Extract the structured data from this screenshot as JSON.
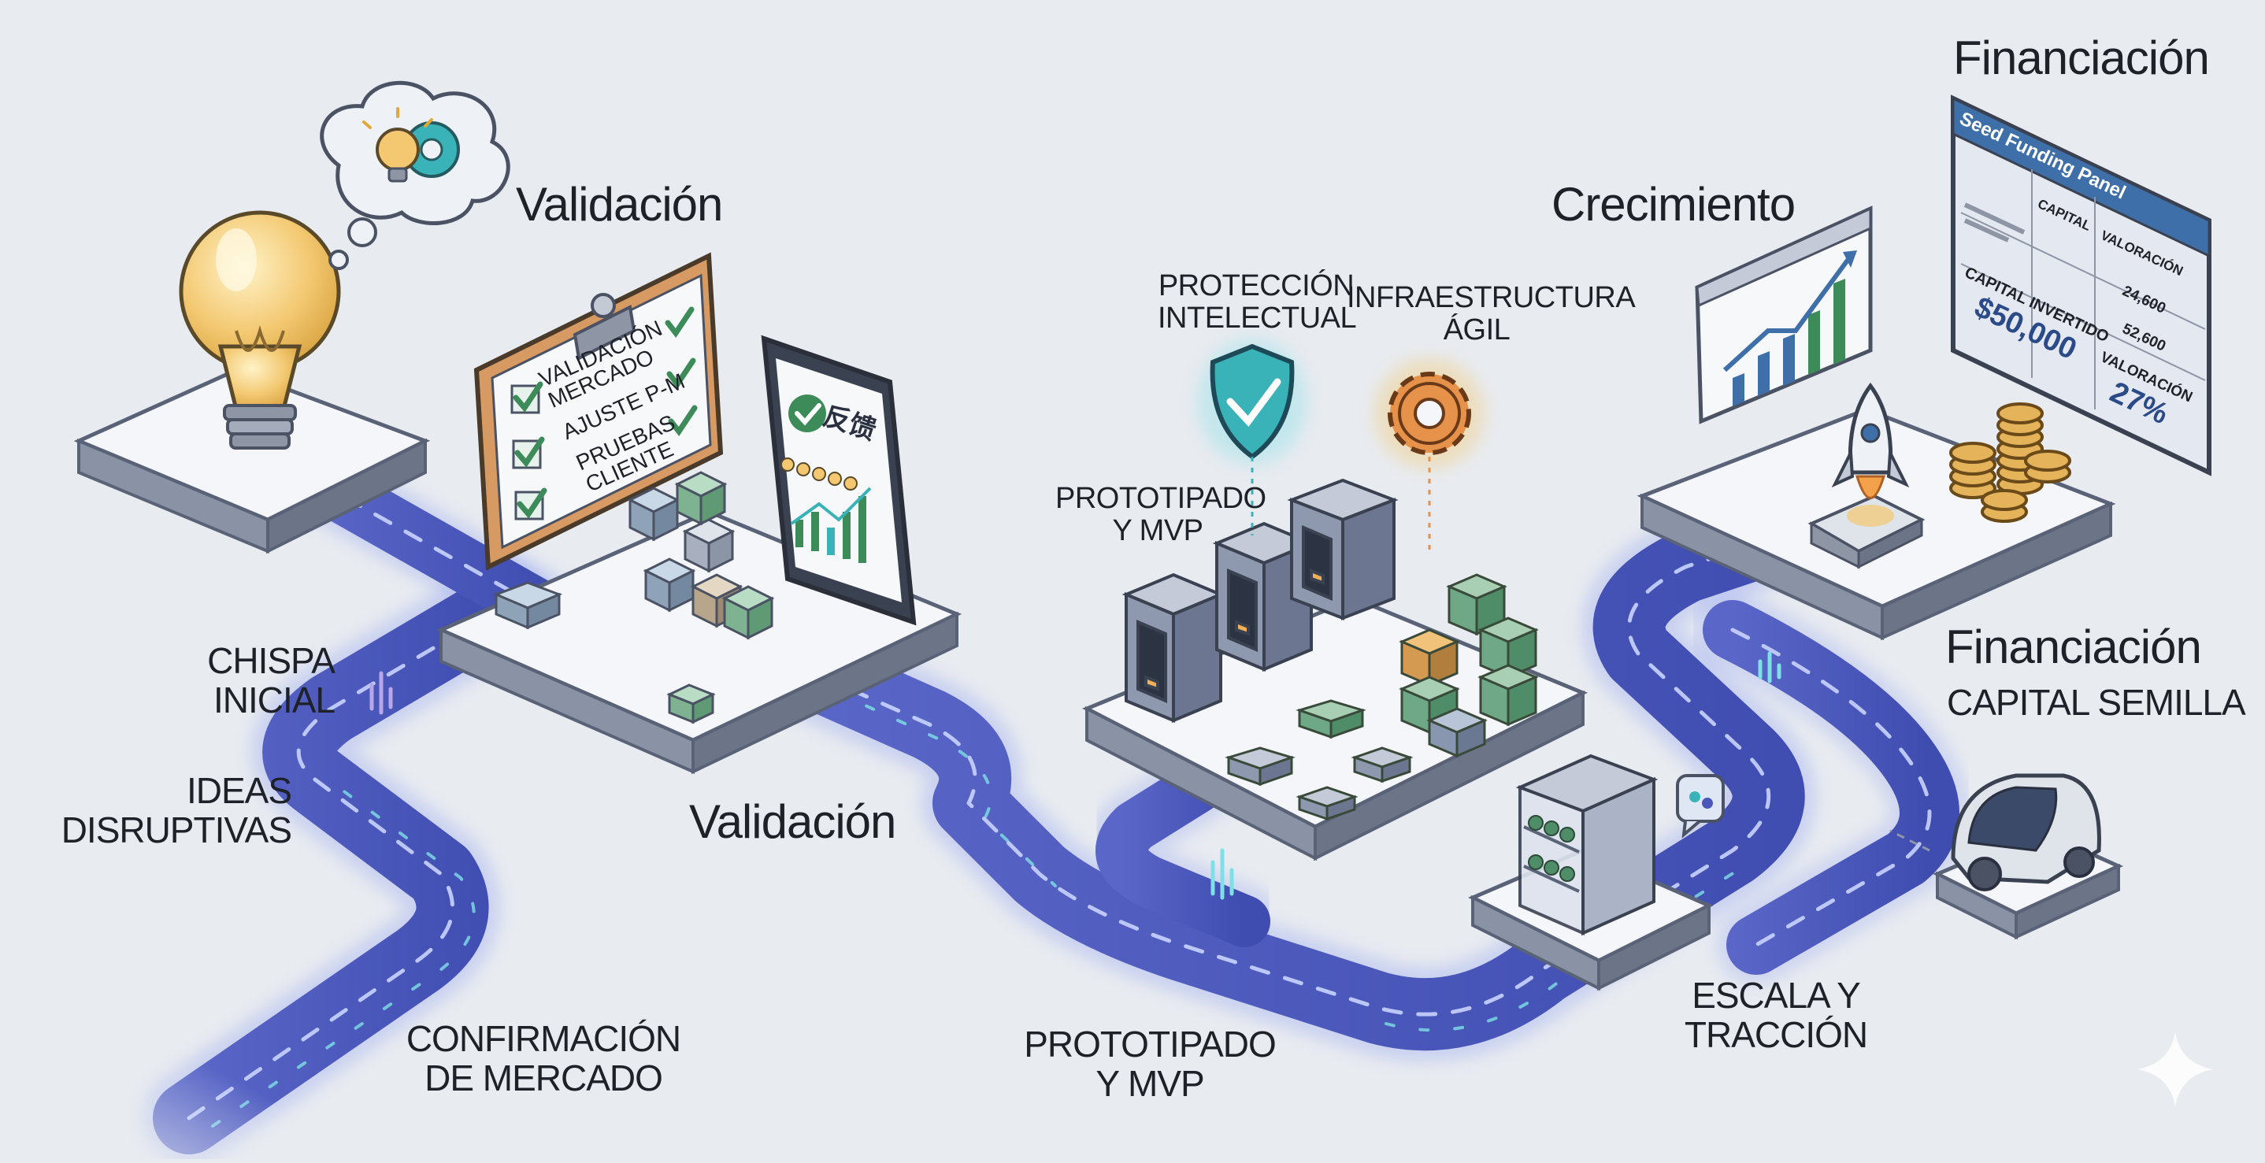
{
  "labels": {
    "validacion_top": "Validación",
    "validacion_bottom": "Validación",
    "crecimiento": "Crecimiento",
    "financiacion_top": "Financiación",
    "financiacion_right": "Financiación",
    "capital_semilla": "CAPITAL SEMILLA",
    "chispa_line1": "CHISPA",
    "chispa_line2": "INICIAL",
    "ideas_line1": "IDEAS",
    "ideas_line2": "DISRUPTIVAS",
    "confirmacion_line1": "CONFIRMACIÓN",
    "confirmacion_line2": "DE MERCADO",
    "prototipado_bottom_line1": "PROTOTIPADO",
    "prototipado_bottom_line2": "Y MVP",
    "prototipado_top_line1": "PROTOTIPADO",
    "prototipado_top_line2": "Y MVP",
    "proteccion_line1": "PROTECCIÓN",
    "proteccion_line2": "INTELECTUAL",
    "infra_line1": "INFRAESTRUCTURA",
    "infra_line2": "ÁGIL",
    "escala_line1": "ESCALA Y",
    "escala_line2": "TRACCIÓN"
  },
  "clipboard": {
    "items": [
      "VALIDACIÓN",
      "MERCADO",
      "AJUSTE P-M",
      "PRUEBAS",
      "CLIENTE"
    ]
  },
  "tablet": {
    "feedback_text": "反馈"
  },
  "funding_panel": {
    "title": "Seed Funding Panel",
    "col_capital": "CAPITAL",
    "col_valoracion": "VALORACIÓN",
    "capital_invertido_label": "CAPITAL INVERTIDO",
    "capital_invertido_value": "$50,000",
    "row_values": [
      "24,600",
      "52,600"
    ],
    "valoracion_label": "VALORACIÓN",
    "valoracion_value": "27%"
  },
  "colors": {
    "background": "#e8ebf0",
    "platform_top": "#f4f6f9",
    "platform_side": "#6c7588",
    "road": "#4a57b8",
    "road_glow": "#8fa0f0",
    "accent_green": "#3e8b5a",
    "bulb": "#f3c871",
    "teal": "#3ab3b8"
  },
  "icons": [
    "lightbulb-icon",
    "gear-icon",
    "shield-check-icon",
    "rocket-icon",
    "coins-icon",
    "chart-icon",
    "car-icon",
    "printer-icon",
    "sparkle-icon"
  ]
}
